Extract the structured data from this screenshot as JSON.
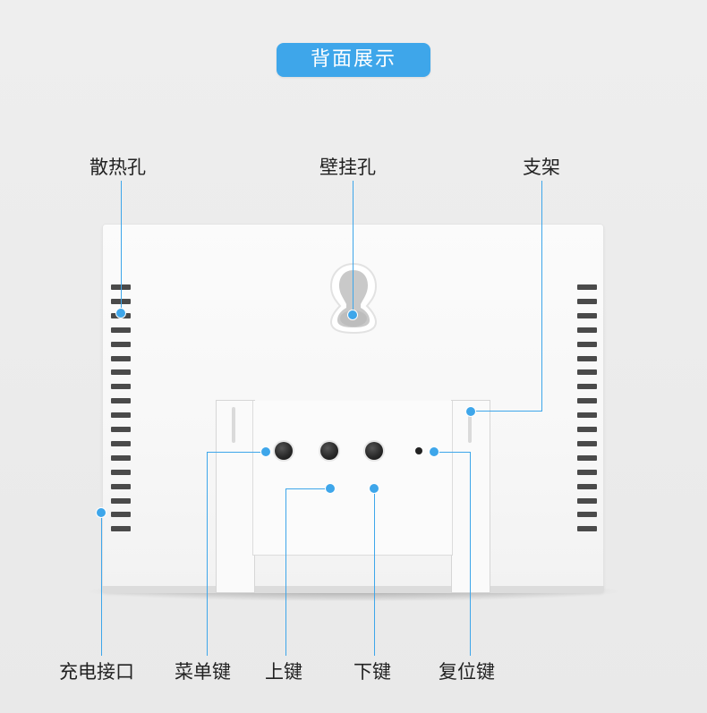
{
  "title": "背面展示",
  "labels": {
    "vent_holes": "散热孔",
    "wall_hook": "壁挂孔",
    "stand": "支架",
    "charge_port": "充电接口",
    "menu_key": "菜单键",
    "up_key": "上键",
    "down_key": "下键",
    "reset_key": "复位键"
  },
  "colors": {
    "accent": "#3ea6ea",
    "background": "#ececec",
    "device": "#f8f8f8"
  }
}
